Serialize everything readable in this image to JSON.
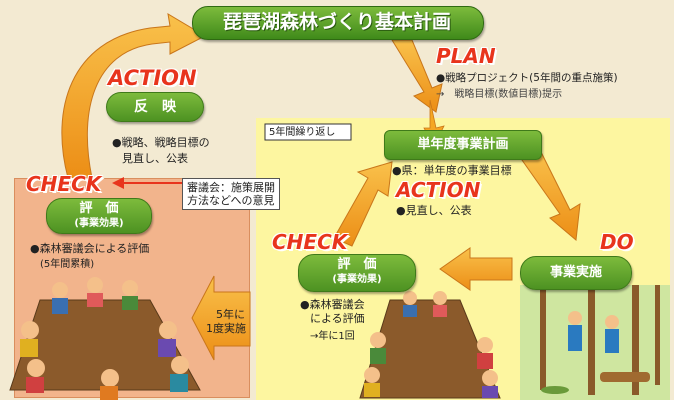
{
  "title": "琵琶湖森林づくり基本計画",
  "plan": {
    "label": "PLAN",
    "line1": "●戦略プロジェクト(5年間の重点施策)",
    "line2": "→　戦略目標(数値目標)提示"
  },
  "outer_action": {
    "label": "ACTION",
    "box": "反　映",
    "line1": "●戦略、戦略目標の",
    "line2": "見直し、公表"
  },
  "outer_check": {
    "label": "CHECK",
    "box_line1": "評　価",
    "box_line2": "(事業効果)",
    "line1": "●森林審議会による評価",
    "line2": "(5年間累積)"
  },
  "council_note": {
    "line1": "審議会：施策展開",
    "line2": "方法などへの意見"
  },
  "five_year_note": {
    "line1": "5年に",
    "line2": "1度実施"
  },
  "inner": {
    "repeat_label": "5年間繰り返し",
    "plan_box": "単年度事業計画",
    "plan_text": "●県：単年度の事業目標",
    "action_label": "ACTION",
    "action_text": "●見直し、公表",
    "check_label": "CHECK",
    "check_box_line1": "評　価",
    "check_box_line2": "(事業効果)",
    "check_text1": "●森林審議会",
    "check_text2": "による評価",
    "check_text3": "→年に1回",
    "do_label": "DO",
    "do_box": "事業実施"
  },
  "colors": {
    "background": "#f3ead2",
    "check_panel": "#f2b48c",
    "inner_panel": "#fdf6a0",
    "arrow_orange": "#f5a623",
    "green_box": "#5aa02c",
    "red_label": "#e8341c"
  }
}
